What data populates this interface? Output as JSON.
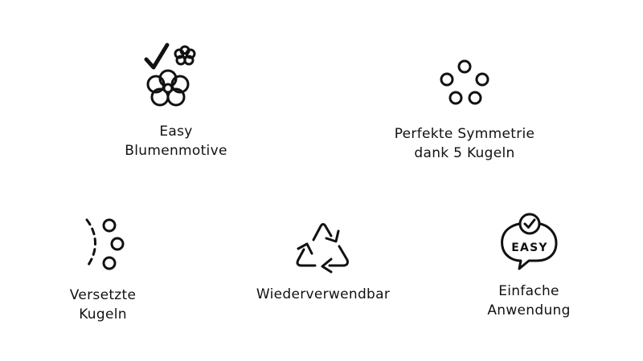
{
  "features": [
    {
      "icon": "flower-check-icon",
      "lines": [
        "Easy",
        "Blumenmotive"
      ]
    },
    {
      "icon": "five-circles-icon",
      "lines": [
        "Perfekte Symmetrie",
        "dank 5 Kugeln"
      ]
    },
    {
      "icon": "offset-beads-icon",
      "lines": [
        "Versetzte",
        "Kugeln"
      ]
    },
    {
      "icon": "recycle-icon",
      "lines": [
        "Wiederverwendbar"
      ]
    },
    {
      "icon": "easy-speech-bubble-icon",
      "lines": [
        "Einfache",
        "Anwendung"
      ],
      "badge": "EASY"
    }
  ]
}
